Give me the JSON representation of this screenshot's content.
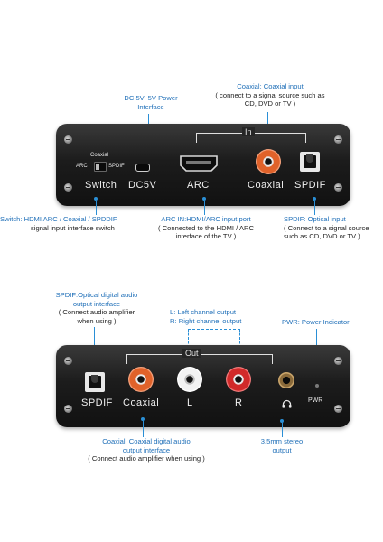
{
  "top_device": {
    "in_label": "In",
    "ports": {
      "switch_small_coaxial": "Coaxial",
      "switch_small_arc": "ARC",
      "switch_small_spdif": "SPDIF",
      "switch": "Switch",
      "dc5v": "DC5V",
      "arc": "ARC",
      "coaxial": "Coaxial",
      "spdif": "SPDIF"
    }
  },
  "top_notes": {
    "dc": {
      "title": "DC 5V: 5V Power",
      "line2": "Interface"
    },
    "coaxial_in": {
      "title": "Coaxial: Coaxial input",
      "line2": "( connect to a signal source such as",
      "line3": "CD, DVD or TV )"
    },
    "switch": {
      "title": "Switch: HDMI ARC / Coaxial / SPDDIF",
      "line2": "signal input interface switch"
    },
    "arc": {
      "title": "ARC IN:HDMI/ARC input port",
      "line2": "( Connected to the HDMI / ARC",
      "line3": "interface of the TV )"
    },
    "spdif_in": {
      "title": "SPDIF: Optical input",
      "line2": "( Connect to a signal source",
      "line3": "such as CD, DVD or TV )"
    }
  },
  "bottom_device": {
    "out_label": "Out",
    "ports": {
      "spdif": "SPDIF",
      "coaxial": "Coaxial",
      "l": "L",
      "r": "R",
      "pwr": "PWR",
      "headphone_icon": "headphone-icon"
    }
  },
  "bottom_notes": {
    "spdif_out": {
      "title": "SPDIF:Optical digital audio",
      "line2": "output interface",
      "line3": "( Connect audio amplifier",
      "line4": "when using )"
    },
    "lr": {
      "title": "L: Left channel output",
      "line2": "R: Right channel output"
    },
    "pwr": {
      "title": "PWR: Power Indicator"
    },
    "coaxial_out": {
      "title": "Coaxial: Coaxial digital audio",
      "line2": "output interface",
      "line3": "( Connect audio amplifier when using )"
    },
    "stereo": {
      "title": "3.5mm stereo",
      "line2": "output"
    }
  },
  "colors": {
    "accent": "#2a8fd6",
    "device": "#1c1c1c",
    "rca_orange": "#e0622a",
    "rca_red": "#d12a2a",
    "rca_white": "#f2f2f2"
  }
}
